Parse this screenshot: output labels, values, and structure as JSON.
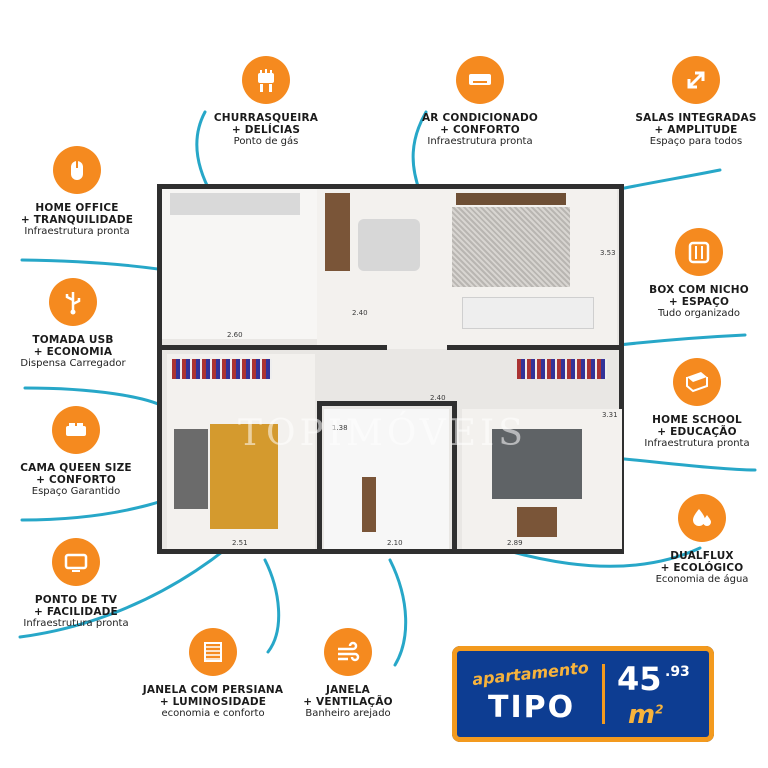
{
  "colors": {
    "accent": "#F58A1F",
    "line": "#27A7C8",
    "navy": "#0D3D92",
    "gold": "#F7B33C"
  },
  "features": [
    {
      "id": "churrasqueira",
      "icon": "grill-icon",
      "title": "CHURRASQUEIRA",
      "sub": "+ DELÍCIAS",
      "desc": "Ponto de gás"
    },
    {
      "id": "ar",
      "icon": "air-conditioner-icon",
      "title": "AR CONDICIONADO",
      "sub": "+ CONFORTO",
      "desc": "Infraestrutura pronta"
    },
    {
      "id": "salas",
      "icon": "expand-arrows-icon",
      "title": "SALAS INTEGRADAS",
      "sub": "+ AMPLITUDE",
      "desc": "Espaço para todos"
    },
    {
      "id": "home-office",
      "icon": "mouse-icon",
      "title": "HOME OFFICE",
      "sub": "+ TRANQUILIDADE",
      "desc": "Infraestrutura pronta"
    },
    {
      "id": "box",
      "icon": "shower-box-icon",
      "title": "BOX COM NICHO",
      "sub": "+ ESPAÇO",
      "desc": "Tudo organizado"
    },
    {
      "id": "usb",
      "icon": "usb-icon",
      "title": "TOMADA USB",
      "sub": "+ ECONOMIA",
      "desc": "Dispensa Carregador"
    },
    {
      "id": "home-school",
      "icon": "book-icon",
      "title": "HOME SCHOOL",
      "sub": "+ EDUCAÇÃO",
      "desc": "Infraestrutura pronta"
    },
    {
      "id": "cama",
      "icon": "bed-icon",
      "title": "CAMA QUEEN SIZE",
      "sub": "+ CONFORTO",
      "desc": "Espaço Garantido"
    },
    {
      "id": "dualflux",
      "icon": "water-drops-icon",
      "title": "DUALFLUX",
      "sub": "+ ECOLÓGICO",
      "desc": "Economia de água"
    },
    {
      "id": "tv",
      "icon": "tv-icon",
      "title": "PONTO DE TV",
      "sub": "+ FACILIDADE",
      "desc": "Infraestrutura pronta"
    },
    {
      "id": "janela-persiana",
      "icon": "blinds-window-icon",
      "title": "JANELA COM PERSIANA",
      "sub": "+ LUMINOSIDADE",
      "desc": "economia e conforto"
    },
    {
      "id": "janela-vent",
      "icon": "wind-icon",
      "title": "JANELA",
      "sub": "+ VENTILAÇÃO",
      "desc": "Banheiro arejado"
    }
  ],
  "plan_dims": {
    "d1": "2.60",
    "d2": "2.40",
    "d3": "3.53",
    "d4": "2.40",
    "d5": "3.31",
    "d6": "2.51",
    "d7": "2.10",
    "d8": "2.89",
    "d9": "1.38"
  },
  "watermark": "TOPIMÓVEIS",
  "apartment": {
    "script": "apartamento",
    "type": "TIPO",
    "area": "45",
    "area_dec": ".93",
    "unit": "m",
    "unit_sup": "2"
  }
}
